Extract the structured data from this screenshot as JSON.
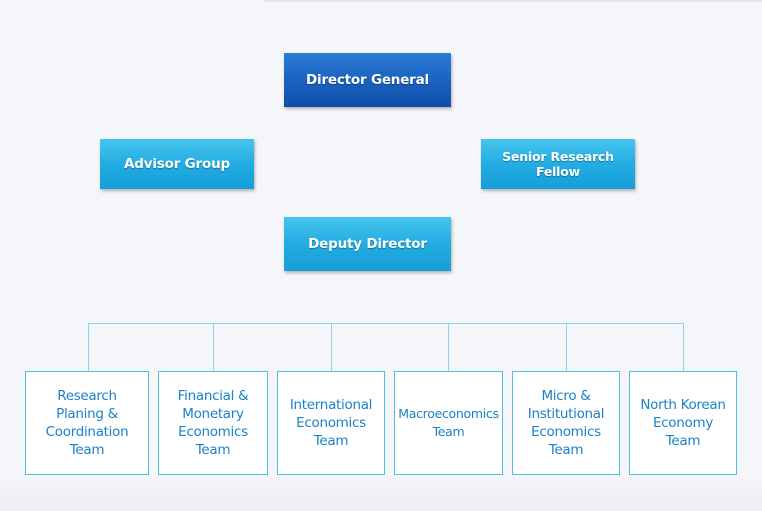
{
  "org": {
    "director_general": "Director General",
    "advisor_group": "Advisor Group",
    "senior_research_fellow": "Senior Research Fellow",
    "deputy_director": "Deputy Director"
  },
  "teams": [
    "Research\nPlaning &\nCoordination\nTeam",
    "Financial &\nMonetary\nEconomics\nTeam",
    "International\nEconomics\nTeam",
    "Macroeconomics\nTeam",
    "Micro &\nInstitutional\nEconomics\nTeam",
    "North Korean\nEconomy\nTeam"
  ],
  "colors": {
    "dark_box": "#1b63c0",
    "light_box": "#23ade2",
    "team_text": "#1a82c9",
    "team_border": "#4fbde6",
    "connector": "#8fd2ee"
  }
}
